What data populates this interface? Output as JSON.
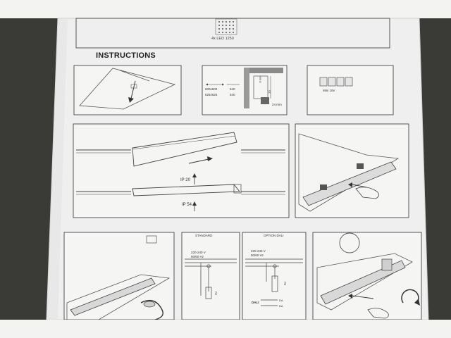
{
  "document": {
    "heading": "INSTRUCTIONS",
    "reference_label": "4x LED 1250",
    "dimension_rows": [
      {
        "size": "600x600",
        "value": "540"
      },
      {
        "size": "625x625",
        "value": "540"
      }
    ],
    "dimension_height": "8 mm",
    "dimension_depth": "30",
    "dimension_side": "24 mm",
    "badge_label": "Mini 16V",
    "protection_ratings": {
      "upper": "IP 20",
      "lower": "IP 54"
    },
    "wiring": {
      "standard": {
        "title": "STANDARD",
        "voltage": "220-240 V",
        "frequency": "50/60 Hz",
        "earth_label": "PE"
      },
      "dali": {
        "title": "OPTION DALI",
        "voltage": "220-240 V",
        "frequency": "50/60 Hz",
        "earth_label": "PE",
        "control_label": "DALI",
        "terminals": [
          "DA",
          "DA"
        ]
      }
    }
  },
  "colors": {
    "background": "#3a3a36",
    "paper": "#efefef",
    "ink": "#333333"
  }
}
